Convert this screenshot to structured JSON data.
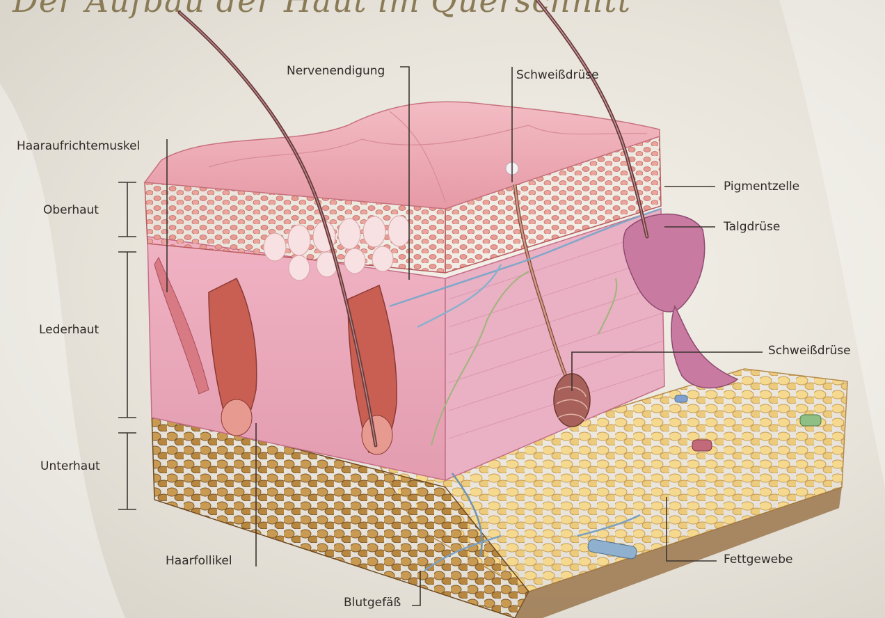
{
  "title": "Der Aufbau der Haut im Querschnitt",
  "labels": {
    "haaraufrichtemuskel": "Haaraufrichtemuskel",
    "nervenendigung": "Nervenendigung",
    "schweissdruese_top": "Schweißdrüse",
    "pigmentzelle": "Pigmentzelle",
    "talgdruese": "Talgdrüse",
    "oberhaut": "Oberhaut",
    "lederhaut": "Lederhaut",
    "unterhaut": "Unterhaut",
    "schweissdruese_right": "Schweißdrüse",
    "haarfollikel": "Haarfollikel",
    "fettgewebe": "Fettgewebe",
    "blutgefaess": "Blutgefäß"
  },
  "colors": {
    "epidermis": "#e8a0a8",
    "dermis": "#e9a7b8",
    "fat": "#e8c67a",
    "leader": "#3b3430",
    "title": "#8a7a56"
  }
}
